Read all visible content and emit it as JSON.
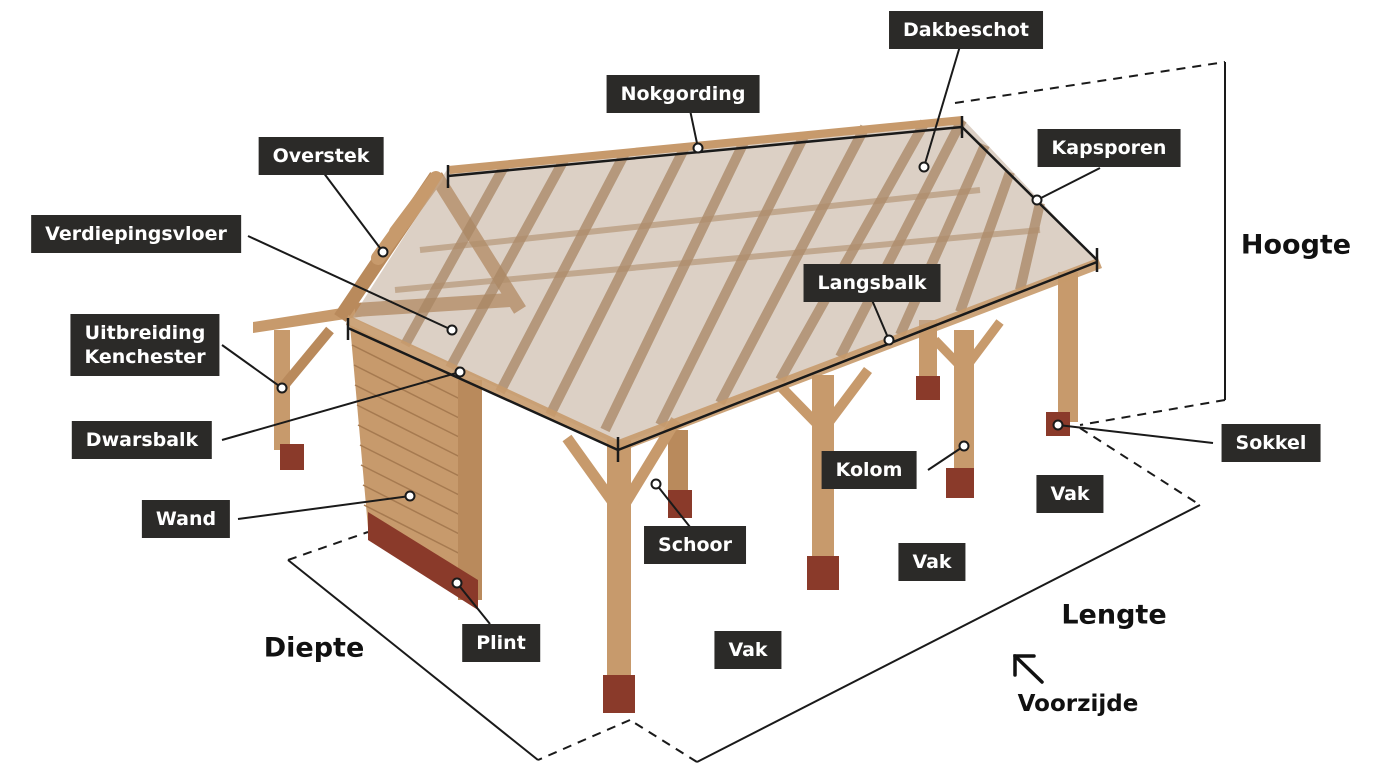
{
  "colors": {
    "label_bg": "#2b2a28",
    "label_text": "#ffffff",
    "wood": "#c79a6c",
    "wood_dark": "#9c7048",
    "plinth": "#8a3a2a",
    "roof_glass": "#bfa995"
  },
  "labels": {
    "dakbeschot": "Dakbeschot",
    "nokgording": "Nokgording",
    "overstek": "Overstek",
    "kapsporen": "Kapsporen",
    "verdiepingsvloer": "Verdiepingsvloer",
    "uitbreiding": "Uitbreiding\nKenchester",
    "langsbalk": "Langsbalk",
    "dwarsbalk": "Dwarsbalk",
    "sokkel": "Sokkel",
    "kolom": "Kolom",
    "wand": "Wand",
    "schoor": "Schoor",
    "plint": "Plint",
    "vak_right": "Vak",
    "vak_middle": "Vak",
    "vak_front": "Vak"
  },
  "dimensions": {
    "hoogte": "Hoogte",
    "lengte": "Lengte",
    "diepte": "Diepte",
    "voorzijde": "Voorzijde"
  },
  "icons": {
    "front_arrow": "arrow-up-left-icon"
  }
}
